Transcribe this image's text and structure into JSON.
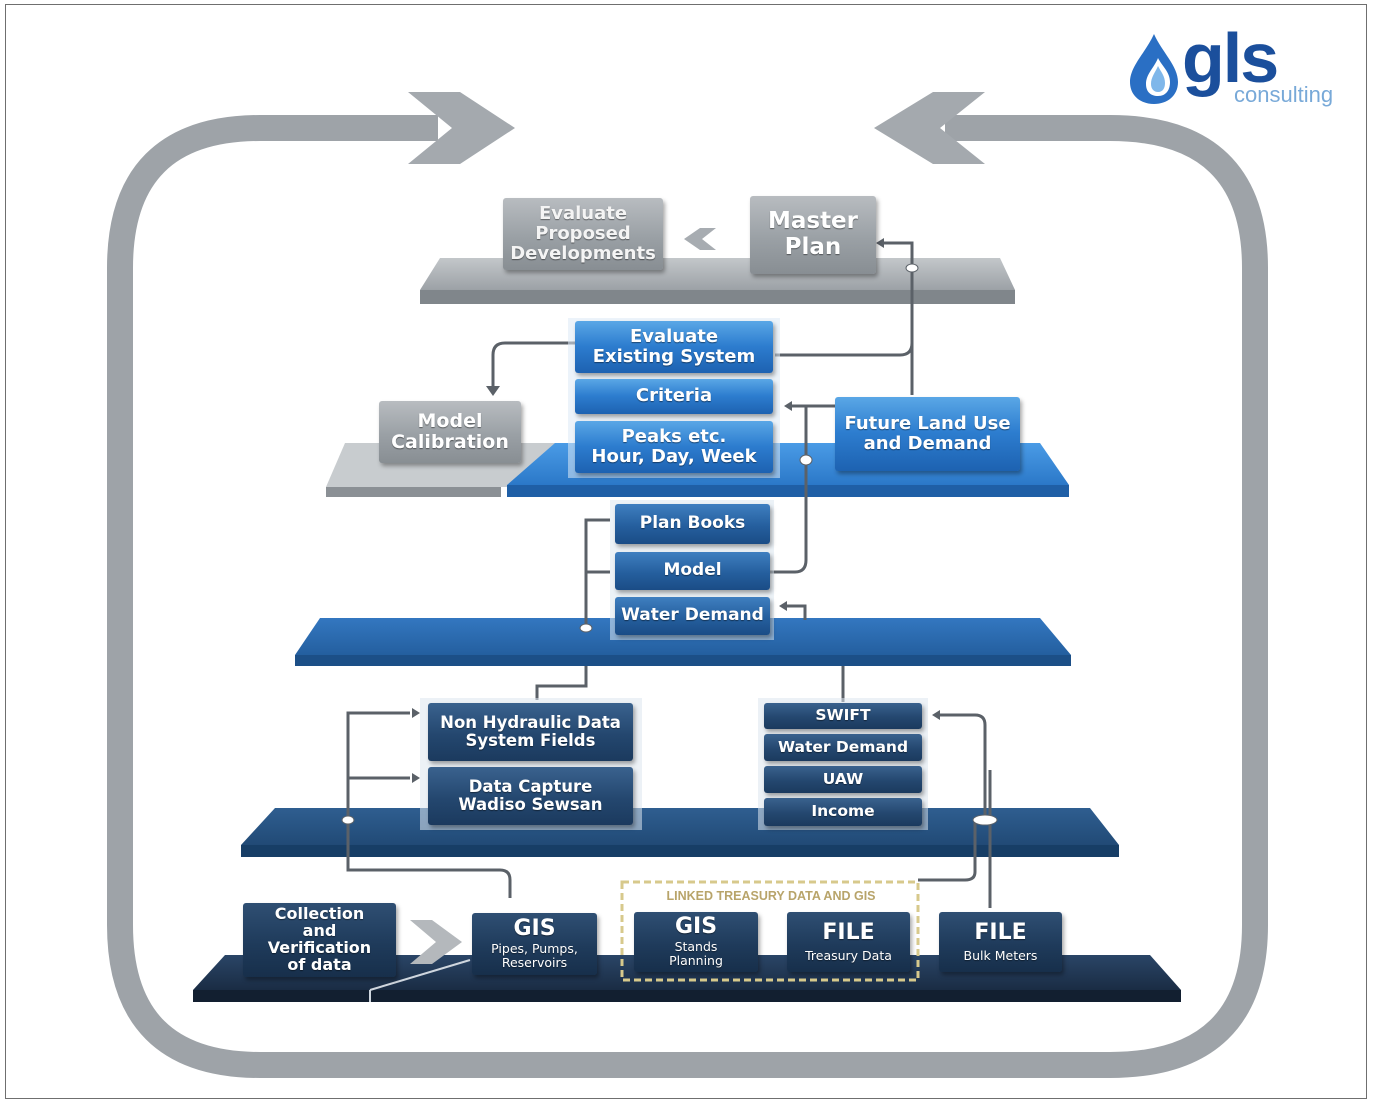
{
  "logo": {
    "name": "gls",
    "subtitle": "consulting"
  },
  "tiers": {
    "master": {
      "evaluate_proposed": [
        "Evaluate",
        "Proposed",
        "Developments"
      ],
      "master_plan": [
        "Master",
        "Plan"
      ]
    },
    "evaluation": {
      "evaluate_existing": [
        "Evaluate",
        "Existing System"
      ],
      "criteria": "Criteria",
      "peaks": [
        "Peaks etc.",
        "Hour, Day, Week"
      ],
      "model_calibration": [
        "Model",
        "Calibration"
      ],
      "future_land_use": [
        "Future Land Use",
        "and Demand"
      ]
    },
    "modelling": {
      "plan_books": "Plan Books",
      "model": "Model",
      "water_demand": "Water Demand"
    },
    "processing": {
      "non_hydraulic": [
        "Non Hydraulic Data",
        "System Fields"
      ],
      "data_capture": [
        "Data Capture",
        "Wadiso Sewsan"
      ],
      "swift": "SWIFT",
      "water_demand": "Water Demand",
      "uaw": "UAW",
      "income": "Income"
    },
    "data": {
      "collection": [
        "Collection",
        "and",
        "Verification",
        "of data"
      ],
      "gis_pipes": {
        "title": "GIS",
        "sub": [
          "Pipes, Pumps,",
          "Reservoirs"
        ]
      },
      "linked_label": "LINKED TREASURY DATA AND GIS",
      "gis_stands": {
        "title": "GIS",
        "sub": [
          "Stands",
          "Planning"
        ]
      },
      "file_treasury": {
        "title": "FILE",
        "sub": [
          "Treasury Data"
        ]
      },
      "file_bulk": {
        "title": "FILE",
        "sub": [
          "Bulk Meters"
        ]
      }
    }
  },
  "colors": {
    "loop_grey": "#9a9fa4",
    "platform_grey": "#a9aeb3",
    "platform_blue": "#2f83d6",
    "platform_mid": "#2a6fb7",
    "platform_dark": "#25588e",
    "platform_navy": "#1e3350",
    "logo_blue": "#1b4f9c"
  }
}
